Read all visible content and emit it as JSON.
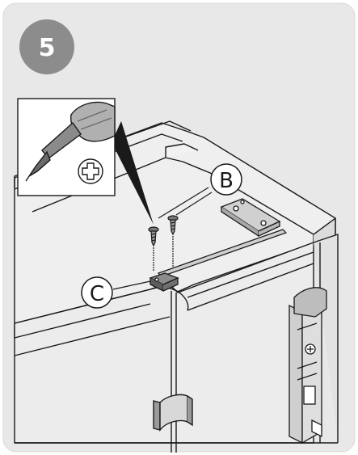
{
  "step": {
    "number": "5"
  },
  "callouts": [
    {
      "id": "B",
      "label": "B"
    },
    {
      "id": "C",
      "label": "C"
    }
  ],
  "colors": {
    "panel_bg": "#e8e8e8",
    "badge_fill": "#8c8c8c",
    "line": "#1a1a1a",
    "shade": "#d4d4d4"
  },
  "icons": {
    "tool": "phillips-screwdriver-icon",
    "tip": "phillips-cross-icon"
  }
}
